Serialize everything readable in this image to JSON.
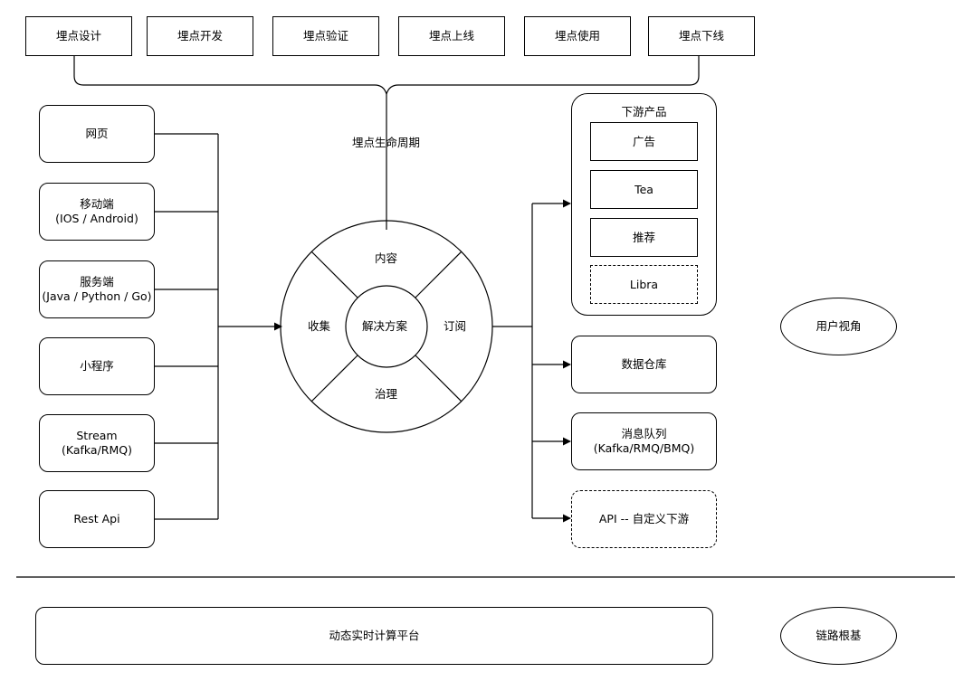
{
  "lifecycle": {
    "stages": [
      "埋点设计",
      "埋点开发",
      "埋点验证",
      "埋点上线",
      "埋点使用",
      "埋点下线"
    ],
    "label": "埋点生命周期"
  },
  "sources": [
    "网页",
    "移动端\n(IOS / Android)",
    "服务端\n(Java / Python / Go)",
    "小程序",
    "Stream\n(Kafka/RMQ)",
    "Rest Api"
  ],
  "hub": {
    "center": "解决方案",
    "top": "内容",
    "left": "收集",
    "right": "订阅",
    "bottom": "治理"
  },
  "downstream": {
    "title": "下游产品",
    "items": [
      "广告",
      "Tea",
      "推荐",
      "Libra"
    ]
  },
  "targets": [
    "数据仓库",
    "消息队列\n(Kafka/RMQ/BMQ)",
    "API -- 自定义下游"
  ],
  "user_view": "用户视角",
  "platform": "动态实时计算平台",
  "foundation": "链路根基"
}
